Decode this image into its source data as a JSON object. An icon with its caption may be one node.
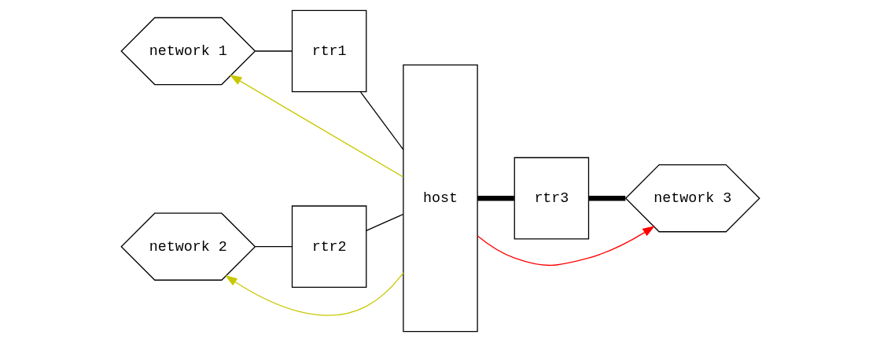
{
  "diagram": {
    "nodes": [
      {
        "text": [
          "network 1"
        ]
      },
      {
        "text": [
          "rtr1"
        ]
      },
      {
        "text": [
          "network 2"
        ]
      },
      {
        "text": [
          "rtr2"
        ]
      },
      {
        "text": [
          "host"
        ]
      },
      {
        "text": [
          "rtr3"
        ]
      },
      {
        "text": [
          "network 3"
        ]
      }
    ],
    "edges": [
      {
        "from": 0,
        "to": 1,
        "arrow": "none"
      },
      {
        "from": 1,
        "to": 4,
        "arrow": "none"
      },
      {
        "from": 2,
        "to": 3,
        "arrow": "none"
      },
      {
        "from": 3,
        "to": 4,
        "arrow": "none"
      },
      {
        "from": 4,
        "to": 5,
        "arrow": "none",
        "style": "thick"
      },
      {
        "from": 5,
        "to": 6,
        "arrow": "none",
        "style": "thick"
      },
      {
        "from": 4,
        "to": 0,
        "arrow": "to",
        "color": "#c8c800"
      },
      {
        "from": 4,
        "to": 2,
        "arrow": "to",
        "color": "#c8c800"
      },
      {
        "from": 4,
        "to": 6,
        "arrow": "to",
        "color": "#ff0000"
      }
    ]
  }
}
